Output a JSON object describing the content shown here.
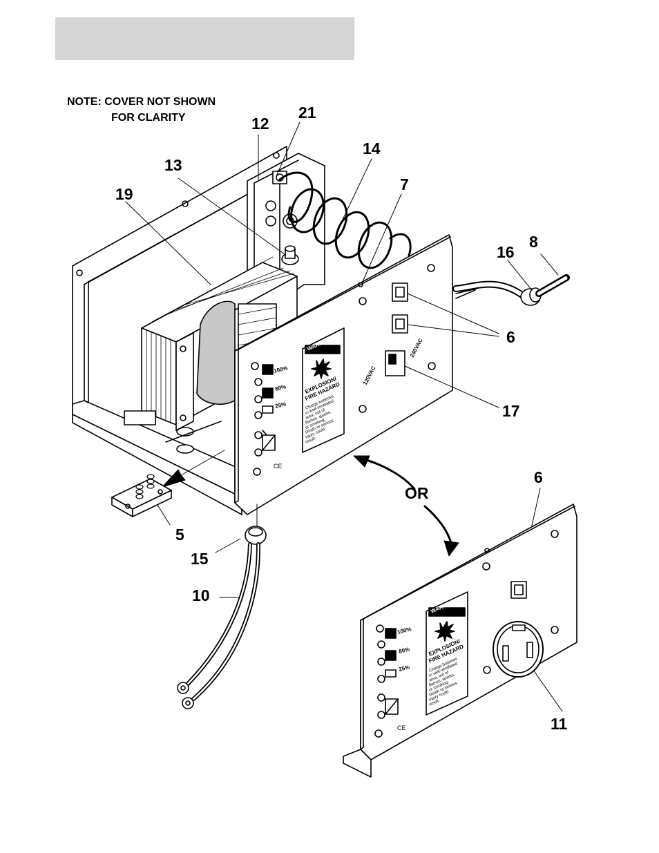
{
  "note": {
    "line1": "NOTE:  COVER NOT SHOWN",
    "line2": "FOR CLARITY"
  },
  "or_label": "OR",
  "callouts": [
    "21",
    "12",
    "14",
    "13",
    "7",
    "19",
    "8",
    "16",
    "6",
    "17",
    "5",
    "15",
    "10",
    "6",
    "11"
  ],
  "panel_upper": {
    "warning": "WARNING",
    "hazard1": "EXPLOSION/",
    "hazard2": "FIRE HAZARD",
    "body": [
      "Charge batteries",
      "in well-ventilated",
      "area, out of",
      "flames, sparks,",
      "or smoking.",
      "Death or serious",
      "injury could",
      "result."
    ],
    "led_labels": [
      "100%",
      "80%",
      "25%"
    ],
    "switch_left": "120VAC",
    "switch_right": "240VAC",
    "ce": "CE"
  },
  "panel_lower": {
    "warning": "WARNING",
    "hazard1": "EXPLOSION/",
    "hazard2": "FIRE HAZARD",
    "body": [
      "Charge batteries",
      "in well-ventilated",
      "area, out of",
      "flames, sparks,",
      "or smoking.",
      "Death or serious",
      "injury could",
      "result."
    ],
    "led_labels": [
      "100%",
      "80%",
      "25%"
    ],
    "ce": "CE"
  }
}
